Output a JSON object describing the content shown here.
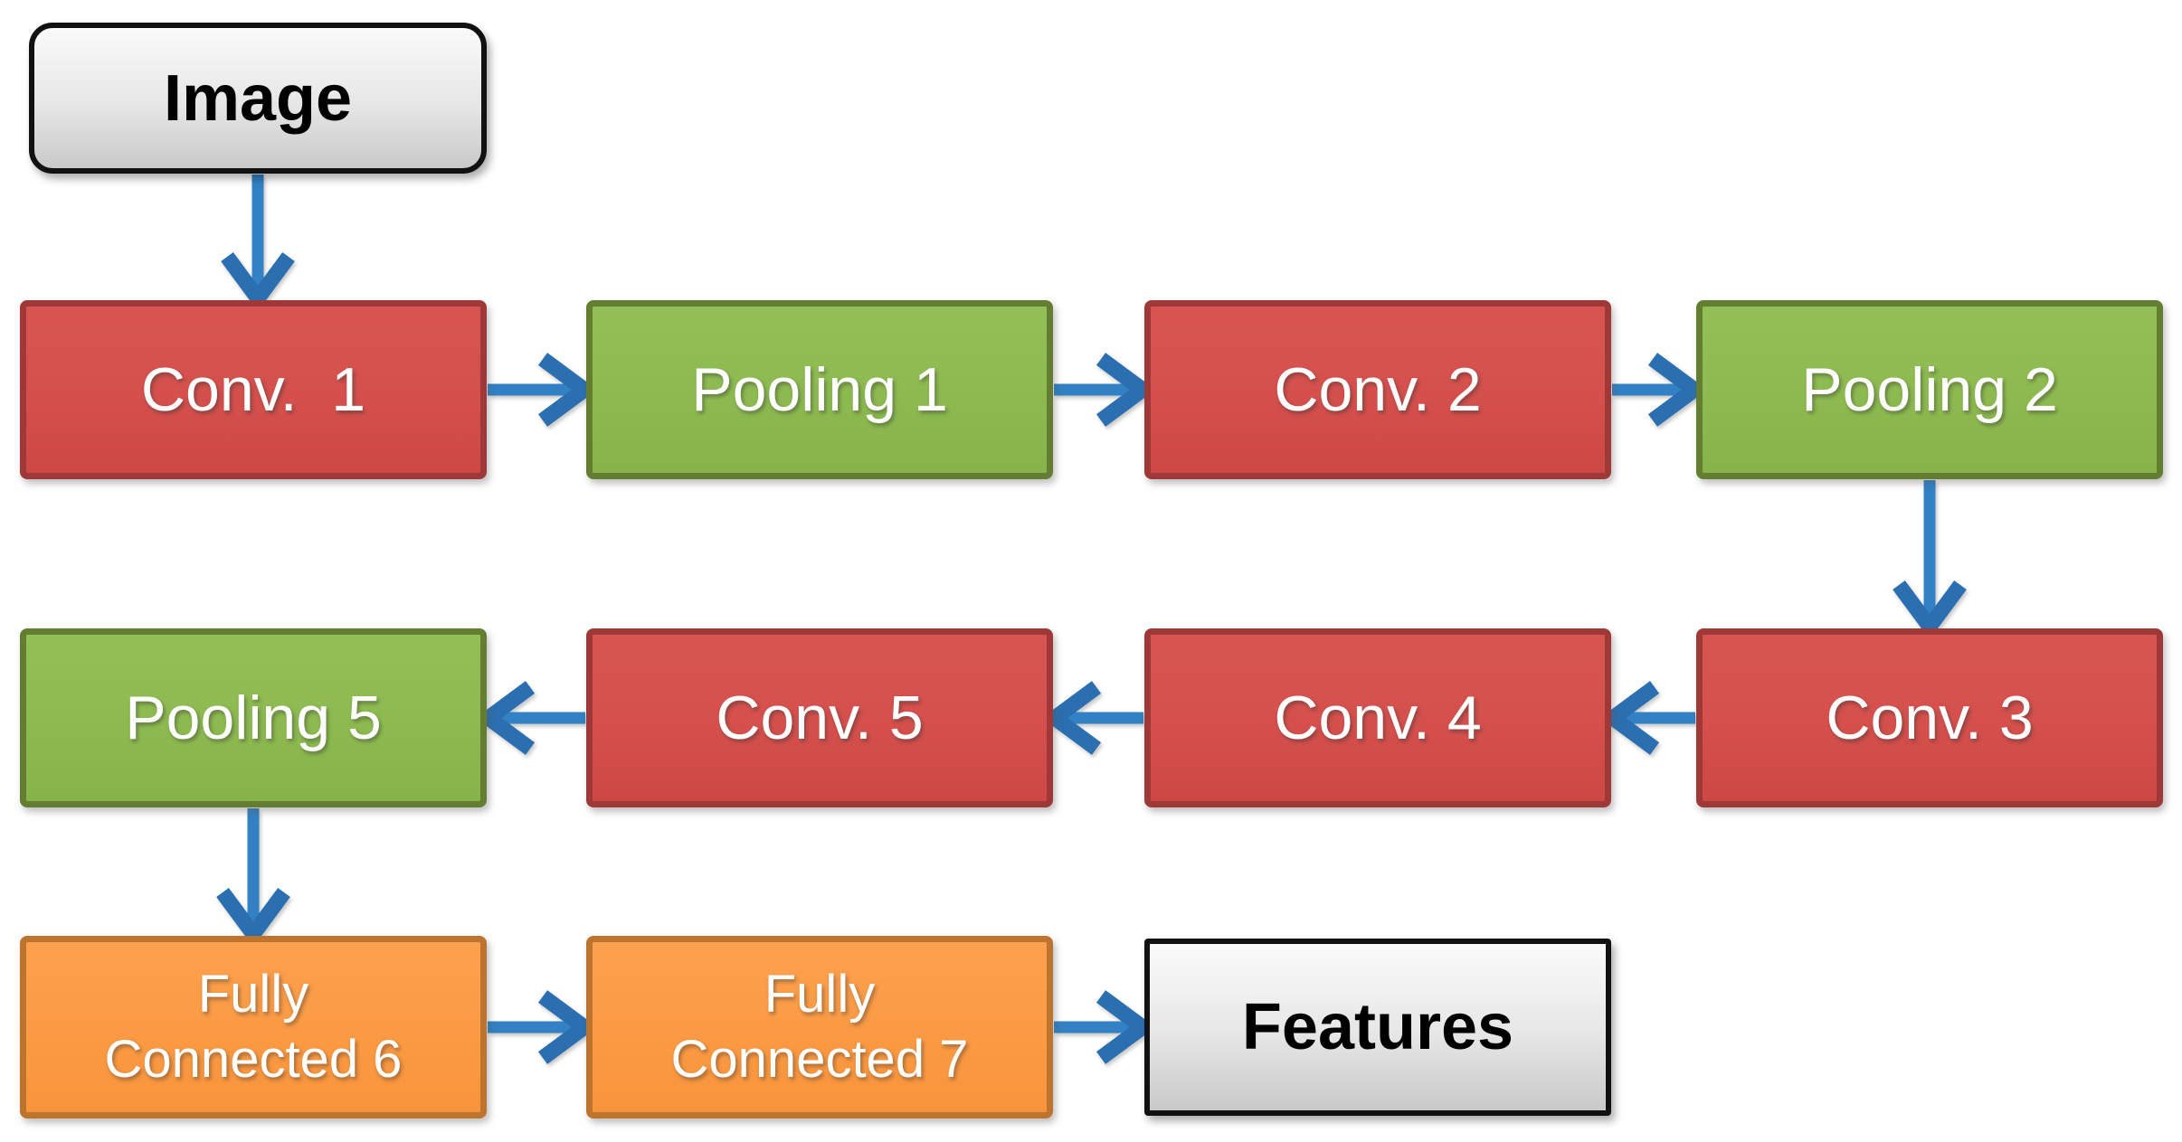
{
  "nodes": [
    {
      "id": "image",
      "label": "Image",
      "kind": "input"
    },
    {
      "id": "conv1",
      "label": "Conv.  1",
      "kind": "convolution"
    },
    {
      "id": "pool1",
      "label": "Pooling 1",
      "kind": "pooling"
    },
    {
      "id": "conv2",
      "label": "Conv. 2",
      "kind": "convolution"
    },
    {
      "id": "pool2",
      "label": "Pooling 2",
      "kind": "pooling"
    },
    {
      "id": "conv3",
      "label": "Conv. 3",
      "kind": "convolution"
    },
    {
      "id": "conv4",
      "label": "Conv. 4",
      "kind": "convolution"
    },
    {
      "id": "conv5",
      "label": "Conv. 5",
      "kind": "convolution"
    },
    {
      "id": "pool5",
      "label": "Pooling 5",
      "kind": "pooling"
    },
    {
      "id": "fc6",
      "label": "Fully\nConnected 6",
      "kind": "fully-connected"
    },
    {
      "id": "fc7",
      "label": "Fully\nConnected 7",
      "kind": "fully-connected"
    },
    {
      "id": "features",
      "label": "Features",
      "kind": "output"
    }
  ],
  "edges": [
    {
      "from": "image",
      "to": "conv1",
      "dir": "down"
    },
    {
      "from": "conv1",
      "to": "pool1",
      "dir": "right"
    },
    {
      "from": "pool1",
      "to": "conv2",
      "dir": "right"
    },
    {
      "from": "conv2",
      "to": "pool2",
      "dir": "right"
    },
    {
      "from": "pool2",
      "to": "conv3",
      "dir": "down"
    },
    {
      "from": "conv3",
      "to": "conv4",
      "dir": "left"
    },
    {
      "from": "conv4",
      "to": "conv5",
      "dir": "left"
    },
    {
      "from": "conv5",
      "to": "pool5",
      "dir": "left"
    },
    {
      "from": "pool5",
      "to": "fc6",
      "dir": "down"
    },
    {
      "from": "fc6",
      "to": "fc7",
      "dir": "right"
    },
    {
      "from": "fc7",
      "to": "features",
      "dir": "right"
    }
  ],
  "colors": {
    "background": "#ffffff",
    "conv_fill": "#d5504d",
    "conv_border": "#9e3937",
    "pooling_fill": "#8dba50",
    "pooling_border": "#637e31",
    "fully_connected_fill": "#fb9a43",
    "fully_connected_border": "#bd742e",
    "terminal_fill_top": "#fafafa",
    "terminal_fill_bottom": "#c9c9c9",
    "terminal_border": "#111111",
    "arrow_shaft": "#3181c4",
    "arrow_head": "#2b6fb0",
    "label_on_color": "#ffffff",
    "label_on_gray": "#000000"
  }
}
